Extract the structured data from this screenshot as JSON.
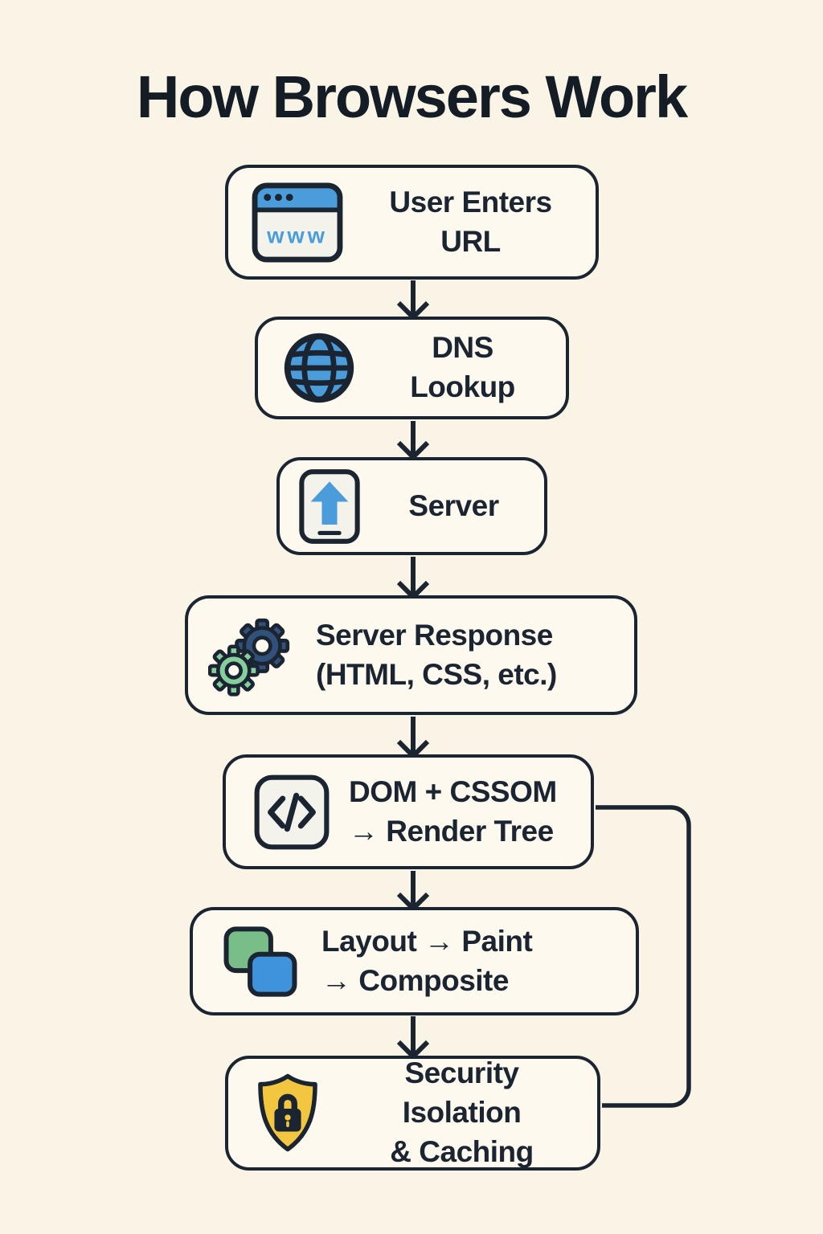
{
  "page": {
    "title": "How Browsers Work"
  },
  "colors": {
    "background": "#FAF4E7",
    "box_fill": "#FDF9EF",
    "ink": "#1B2531",
    "blue": "#4A9DDA",
    "icon_panel": "#F3F2EB",
    "navy_gear": "#32517A",
    "green_gear": "#86CF9D",
    "layer_green": "#79BD88",
    "layer_blue": "#3F93DD",
    "shield_yellow": "#F2C63F",
    "title_ink": "#141C26"
  },
  "flow": {
    "steps": [
      {
        "id": "user-enters-url",
        "icon": "browser-www-icon",
        "icon_text": "www",
        "lines": [
          "User Enters URL"
        ]
      },
      {
        "id": "dns-lookup",
        "icon": "globe-icon",
        "lines": [
          "DNS Lookup"
        ]
      },
      {
        "id": "server",
        "icon": "upload-icon",
        "lines": [
          "Server"
        ]
      },
      {
        "id": "server-response",
        "icon": "gears-icon",
        "lines": [
          "Server Response",
          "(HTML, CSS, etc.)"
        ]
      },
      {
        "id": "dom-cssom-render-tree",
        "icon": "code-icon",
        "lines": [
          "DOM + CSSOM",
          "→ Render Tree"
        ]
      },
      {
        "id": "layout-paint-composite",
        "icon": "layers-icon",
        "lines": [
          "Layout → Paint",
          "→ Composite"
        ]
      },
      {
        "id": "security-isolation-caching",
        "icon": "shield-lock-icon",
        "lines": [
          "Security Isolation",
          "& Caching"
        ]
      }
    ],
    "connectors": {
      "main_path": "top-to-bottom arrows between consecutive steps",
      "bypass": {
        "from": "dom-cssom-render-tree",
        "to": "security-isolation-caching",
        "side": "right"
      }
    }
  }
}
